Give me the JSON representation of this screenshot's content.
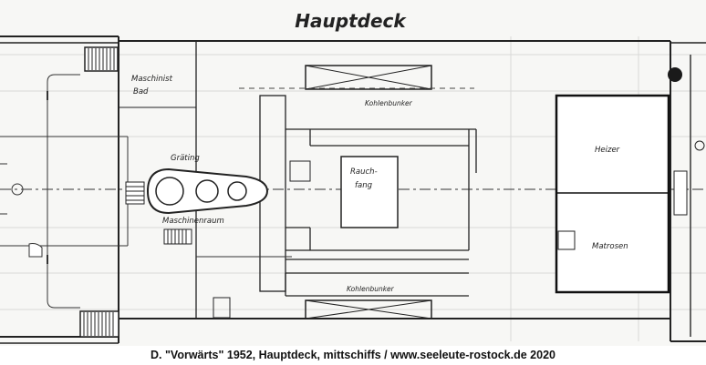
{
  "title": "Hauptdeck",
  "labels": {
    "maschinist_bad_1": "Maschinist",
    "maschinist_bad_2": "Bad",
    "kohlenbunker_top": "Kohlenbunker",
    "kohlenbunker_bottom": "Kohlenbunker",
    "graeting": "Gräting",
    "maschinenraum": "Maschinenraum",
    "rauchfang_1": "Rauch-",
    "rauchfang_2": "fang",
    "heizer": "Heizer",
    "matrosen": "Matrosen"
  },
  "caption": "D. \"Vorwärts\" 1952, Hauptdeck, mittschiffs / www.seeleute-rostock.de 2020"
}
